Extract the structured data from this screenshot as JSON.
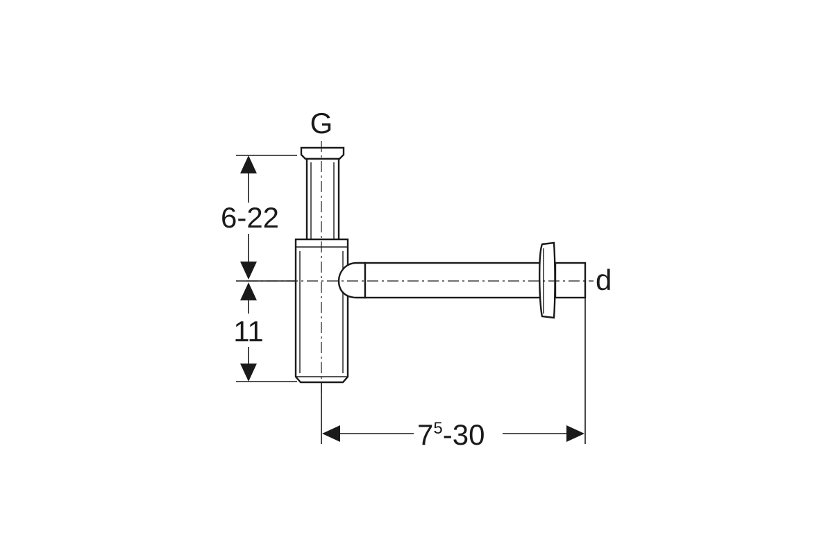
{
  "labels": {
    "top_connection": "G",
    "outlet_diameter": "d",
    "upper_height": "6-22",
    "lower_height": "11",
    "horizontal_base": "7",
    "horizontal_sup": "5",
    "horizontal_rest": "-30"
  },
  "colors": {
    "line": "#1a1a1a",
    "background": "#ffffff"
  }
}
